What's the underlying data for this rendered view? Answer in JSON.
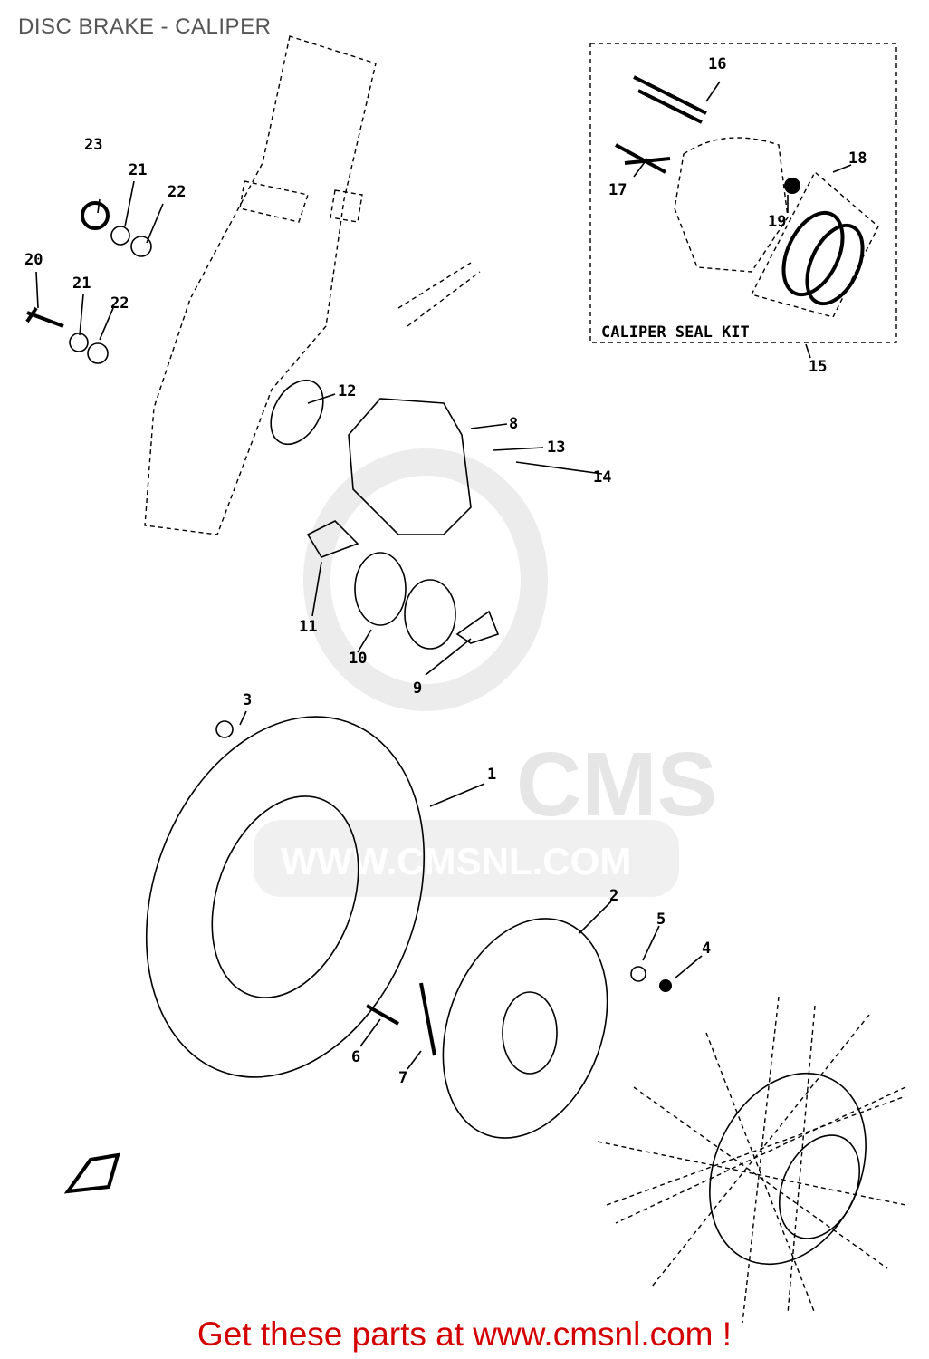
{
  "title": "DISC BRAKE - CALIPER",
  "footer": "Get these parts at www.cmsnl.com !",
  "watermark": {
    "logo": "CMS",
    "url": "WWW.CMSNL.COM"
  },
  "inset": {
    "label": "CALIPER SEAL KIT"
  },
  "callouts": {
    "p1": "1",
    "p2": "2",
    "p3": "3",
    "p4": "4",
    "p5": "5",
    "p6": "6",
    "p7": "7",
    "p8": "8",
    "p9": "9",
    "p10": "10",
    "p11": "11",
    "p12": "12",
    "p13": "13",
    "p14": "14",
    "p15": "15",
    "p16": "16",
    "p17": "17",
    "p18": "18",
    "p19": "19",
    "p20": "20",
    "p21a": "21",
    "p21b": "21",
    "p22a": "22",
    "p22b": "22",
    "p23": "23"
  },
  "colors": {
    "footer": "#d40000",
    "title": "#555555"
  }
}
